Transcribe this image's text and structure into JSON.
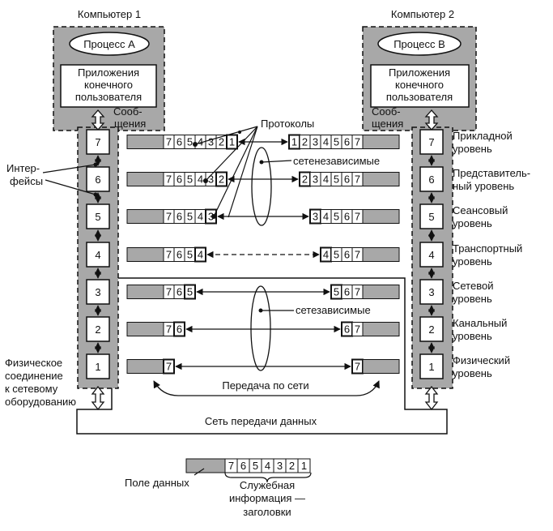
{
  "computer1": {
    "title": "Компьютер 1",
    "process": "Процесс А",
    "app_lines": [
      "Приложения",
      "конечного",
      "пользователя"
    ]
  },
  "computer2": {
    "title": "Компьютер 2",
    "process": "Процесс В",
    "app_lines": [
      "Приложения",
      "конечного",
      "пользователя"
    ]
  },
  "messages_lines": [
    "Сооб-",
    "щения"
  ],
  "level_numbers": [
    "7",
    "6",
    "5",
    "4",
    "3",
    "2",
    "1"
  ],
  "level_names": [
    [
      "Прикладной",
      "уровень"
    ],
    [
      "Представитель-",
      "ный уровень"
    ],
    [
      "Сеансовый",
      "уровень"
    ],
    [
      "Транспортный",
      "уровень"
    ],
    [
      "Сетевой",
      "уровень"
    ],
    [
      "Канальный",
      "уровень"
    ],
    [
      "Физический",
      "уровень"
    ]
  ],
  "labels": {
    "interfaces": [
      "Интер-",
      "фейсы"
    ],
    "protocols": "Протоколы",
    "network_independent": "сетенезависимые",
    "network_dependent": "сетезависимые",
    "physical_connection": [
      "Физическое",
      "соединение",
      "к сетевому",
      "оборудованию"
    ],
    "transfer": "Передача по сети",
    "network": "Сеть передачи данных"
  },
  "legend": {
    "data_field": "Поле данных",
    "service_info": [
      "Служебная",
      "информация —",
      "заголовки"
    ],
    "headers": [
      "7",
      "6",
      "5",
      "4",
      "3",
      "2",
      "1"
    ]
  },
  "colors": {
    "gray": "#a8a8a8",
    "line": "#111111"
  }
}
